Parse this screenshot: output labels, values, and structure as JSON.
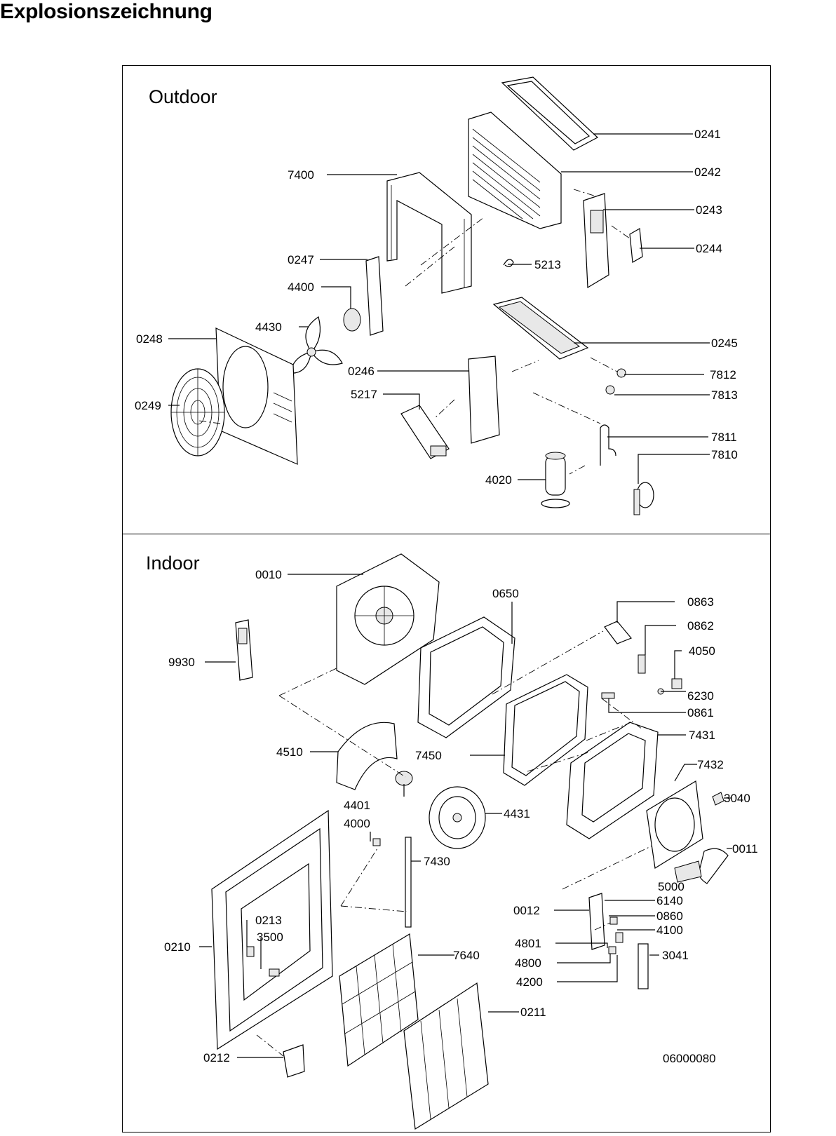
{
  "page_title": "Explosionszeichnung",
  "sections": {
    "outdoor": {
      "title": "Outdoor"
    },
    "indoor": {
      "title": "Indoor"
    }
  },
  "drawing_number": "06000080",
  "callouts": {
    "outdoor": [
      "0241",
      "0242",
      "7400",
      "0243",
      "0244",
      "0247",
      "5213",
      "4400",
      "4430",
      "0248",
      "0245",
      "0246",
      "7812",
      "5217",
      "7813",
      "0249",
      "7811",
      "7810",
      "4020"
    ],
    "indoor": [
      "0010",
      "0650",
      "0863",
      "0862",
      "4050",
      "9930",
      "6230",
      "0861",
      "7431",
      "4510",
      "7450",
      "7432",
      "3040",
      "4401",
      "4431",
      "4000",
      "0011",
      "7430",
      "5000",
      "6140",
      "0012",
      "0860",
      "0213",
      "4100",
      "3500",
      "0210",
      "4801",
      "3041",
      "7640",
      "4800",
      "4200",
      "0211",
      "0212"
    ]
  }
}
